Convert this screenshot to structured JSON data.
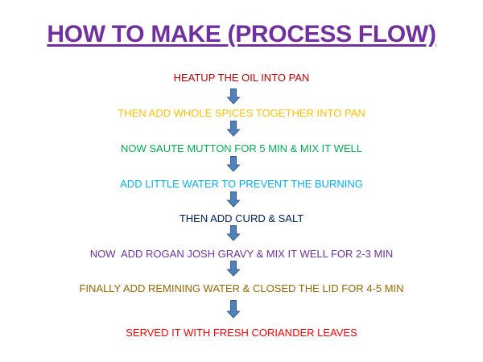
{
  "title": "HOW TO MAKE (PROCESS FLOW)",
  "colors": {
    "title": "#7030a0",
    "arrow_fill": "#4f81bd",
    "arrow_stroke": "#385d8a"
  },
  "steps": [
    {
      "text": "HEATUP THE OIL INTO PAN",
      "color": "#c00000"
    },
    {
      "text": "THEN ADD WHOLE SPICES TOGETHER INTO PAN",
      "color": "#ffc000"
    },
    {
      "text": "NOW SAUTE MUTTON FOR 5 MIN & MIX IT WELL",
      "color": "#00b050"
    },
    {
      "text": "ADD LITTLE WATER TO PREVENT THE BURNING",
      "color": "#00b0f0"
    },
    {
      "text": "THEN ADD CURD & SALT",
      "color": "#002060"
    },
    {
      "text": "NOW  ADD ROGAN JOSH GRAVY & MIX IT WELL FOR 2-3 MIN",
      "color": "#7030a0"
    },
    {
      "text": "FINALLY ADD REMINING WATER & CLOSED THE LID FOR 4-5 MIN",
      "color": "#996600"
    },
    {
      "text": "SERVED IT WITH FRESH CORIANDER LEAVES",
      "color": "#ff0000"
    }
  ],
  "arrows": [
    {
      "icon": "down-arrow-icon"
    },
    {
      "icon": "down-arrow-icon"
    },
    {
      "icon": "down-arrow-icon"
    },
    {
      "icon": "down-arrow-icon"
    },
    {
      "icon": "down-arrow-icon"
    },
    {
      "icon": "down-arrow-icon"
    },
    {
      "icon": "down-arrow-icon"
    }
  ]
}
